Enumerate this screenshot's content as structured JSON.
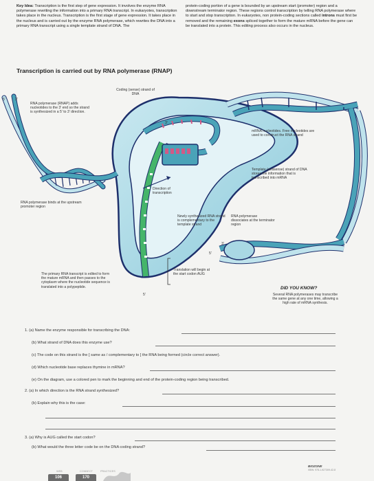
{
  "intro": {
    "key_label": "Key Idea:",
    "left_text": "Transcription is the first step of gene expression. It involves the enzyme RNA polymerase rewriting the information into a primary RNA transcript. In eukaryotes, transcription takes place in the nucleus. Transcription is the first stage of gene expression. It takes place in the nucleus and is carried out by the enzyme RNA polymerase, which rewrites the DNA into a primary RNA transcript using a single template strand of DNA. The",
    "right_text_a": "protein-coding portion of a gene is bounded by an upstream start (promoter) region and a downstream terminator region. These regions control transcription by telling RNA polymerase where to start and stop transcription. In eukaryotes, non protein-coding sections called ",
    "right_introns": "introns",
    "right_text_b": " must first be removed and the remaining ",
    "right_exons": "exons",
    "right_text_c": " spliced together to form the mature mRNA before the gene can be translated into a protein. This editing process also occurs in the nucleus."
  },
  "heading": "Transcription is carried out by RNA polymerase (RNAP)",
  "diagram": {
    "five_prime": "5'",
    "three_prime": "3'",
    "coding_strand": "Coding (sense) strand of DNA",
    "rnap": "RNA polymerase (RNAP) adds nucleotides to the 3' end so the strand is synthesized in a 5' to 3' direction.",
    "mrna_nucleotides": "mRNA nucleotides. Free nucleotides are used to construct the RNA strand",
    "template": "Template (antisense) strand of DNA stores the information that is transcribed into mRNA",
    "direction": "Direction of transcription",
    "binds": "RNA polymerase binds at the upstream promoter region",
    "newly": "Newly synthesized RNA strand is complementary to the template strand",
    "dissociates": "RNA polymerase dissociates at the terminator region",
    "primary": "The primary RNA transcript is edited to form the mature mRNA and then passes to the cytoplasm where the nucleotide sequence is translated into a polypeptide.",
    "translation": "Translation will begin at the start codon AUG",
    "small_3": "3'",
    "small_5": "5'",
    "small_5b": "5'",
    "small_3b": "3'"
  },
  "did_you_know": {
    "title": "DID YOU KNOW?",
    "text": "Several RNA polymerases may transcribe the same gene at any one time, allowing a high rate of mRNA synthesis."
  },
  "questions": [
    {
      "num": "1.",
      "part": "(a)",
      "text": "Name the enzyme responsible for transcribing the DNA:"
    },
    {
      "num": "",
      "part": "(b)",
      "text": "What strand of DNA does this enzyme use?"
    },
    {
      "num": "",
      "part": "(c)",
      "text": "The code on this strand is the [ same as / complementary to ] the RNA being formed (circle correct answer)."
    },
    {
      "num": "",
      "part": "(d)",
      "text": "Which nucleotide base replaces thymine in mRNA?"
    },
    {
      "num": "",
      "part": "(e)",
      "text": "On the diagram, use a colored pen to mark the beginning and end of the protein-coding region being transcribed."
    },
    {
      "num": "2.",
      "part": "(a)",
      "text": "In which direction is the RNA strand synthesized?"
    },
    {
      "num": "",
      "part": "(b)",
      "text": "Explain why this is the case:"
    },
    {
      "num": "3.",
      "part": "(a)",
      "text": "Why is AUG called the start codon?"
    },
    {
      "num": "",
      "part": "(b)",
      "text": "What would the three letter code be on the DNA coding strand?"
    }
  ],
  "footer": {
    "page_left": "106",
    "page_right": "170",
    "label_a": "WEB",
    "label_b": "CONNECT",
    "label_c": "PRACTICES",
    "publisher": "BIOZONE",
    "isbn": "ISBN: 978-1-927309-42-8"
  },
  "colors": {
    "dna_outline": "#1d2f6b",
    "dna_teal": "#4aa3b8",
    "dna_light": "#bfe3ec",
    "nucleus": "#a9d8e4",
    "rnap_pink": "#d25a86",
    "mrna": "#45b56a"
  }
}
